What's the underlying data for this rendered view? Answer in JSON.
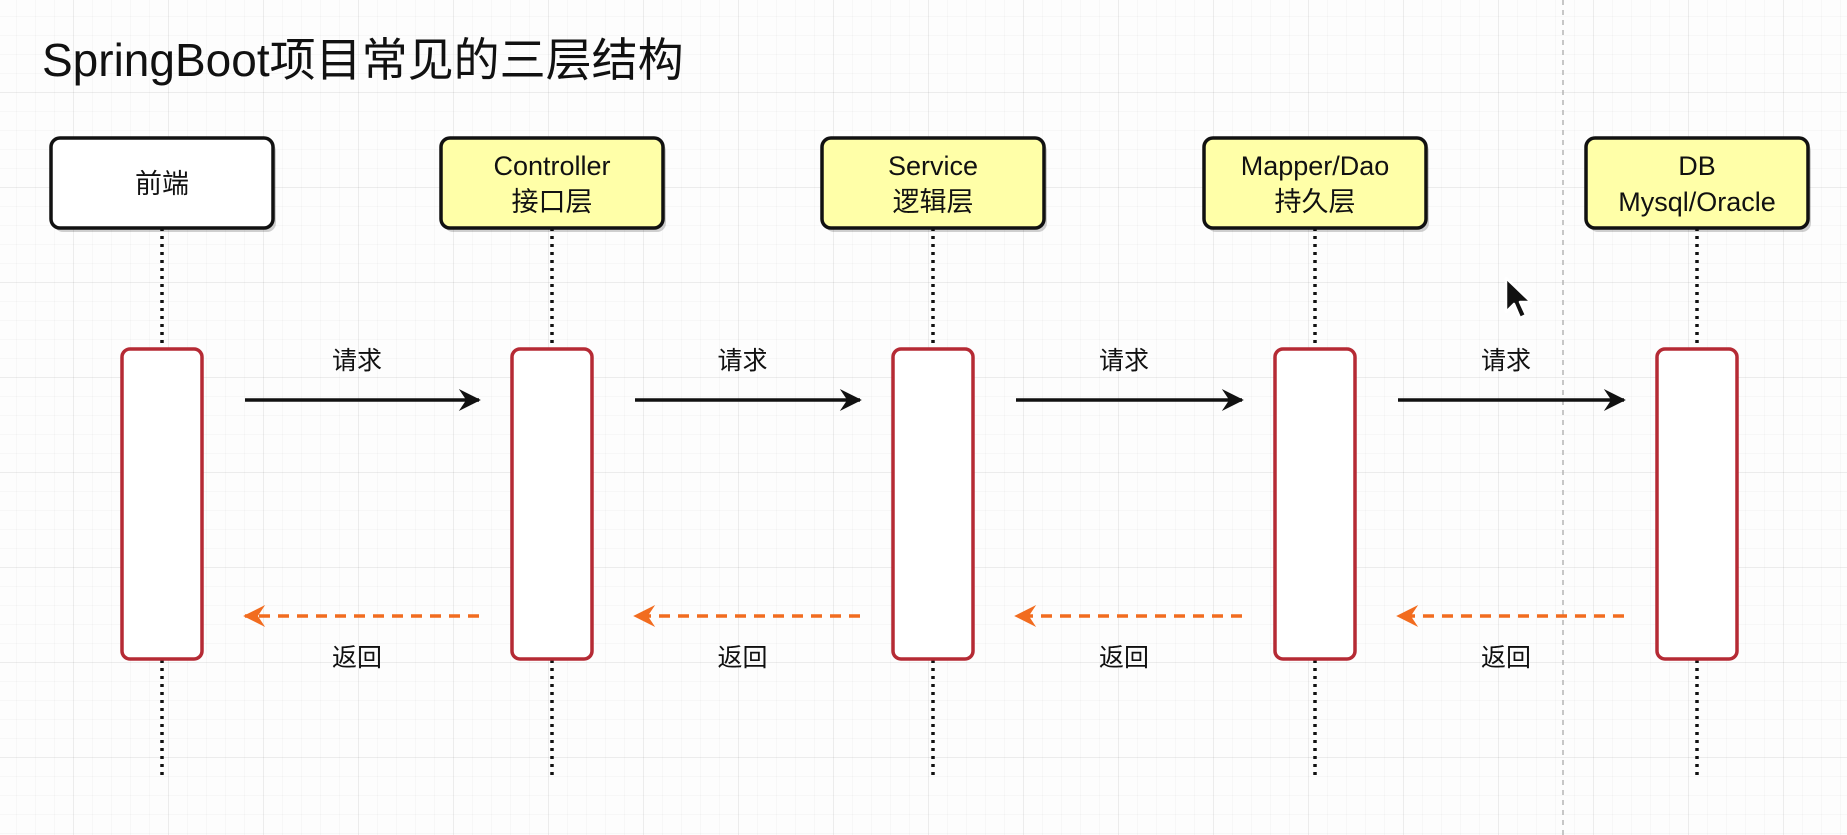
{
  "title": "SpringBoot项目常见的三层结构",
  "colors": {
    "participant_plain_fill": "#ffffff",
    "participant_highlight_fill": "#ffffa8",
    "activation_border": "#b52a34",
    "request_arrow": "#111111",
    "return_arrow": "#f26c1f"
  },
  "participants": [
    {
      "id": "frontend",
      "lines": [
        "前端"
      ],
      "highlight": false
    },
    {
      "id": "controller",
      "lines": [
        "Controller",
        "接口层"
      ],
      "highlight": true
    },
    {
      "id": "service",
      "lines": [
        "Service",
        "逻辑层"
      ],
      "highlight": true
    },
    {
      "id": "mapper",
      "lines": [
        "Mapper/Dao",
        "持久层"
      ],
      "highlight": true
    },
    {
      "id": "db",
      "lines": [
        "DB",
        "Mysql/Oracle"
      ],
      "highlight": true
    }
  ],
  "messages": [
    {
      "from": "frontend",
      "to": "controller",
      "label": "请求",
      "kind": "request"
    },
    {
      "from": "controller",
      "to": "service",
      "label": "请求",
      "kind": "request"
    },
    {
      "from": "service",
      "to": "mapper",
      "label": "请求",
      "kind": "request"
    },
    {
      "from": "mapper",
      "to": "db",
      "label": "请求",
      "kind": "request"
    },
    {
      "from": "controller",
      "to": "frontend",
      "label": "返回",
      "kind": "return"
    },
    {
      "from": "service",
      "to": "controller",
      "label": "返回",
      "kind": "return"
    },
    {
      "from": "mapper",
      "to": "service",
      "label": "返回",
      "kind": "return"
    },
    {
      "from": "db",
      "to": "mapper",
      "label": "返回",
      "kind": "return"
    }
  ]
}
